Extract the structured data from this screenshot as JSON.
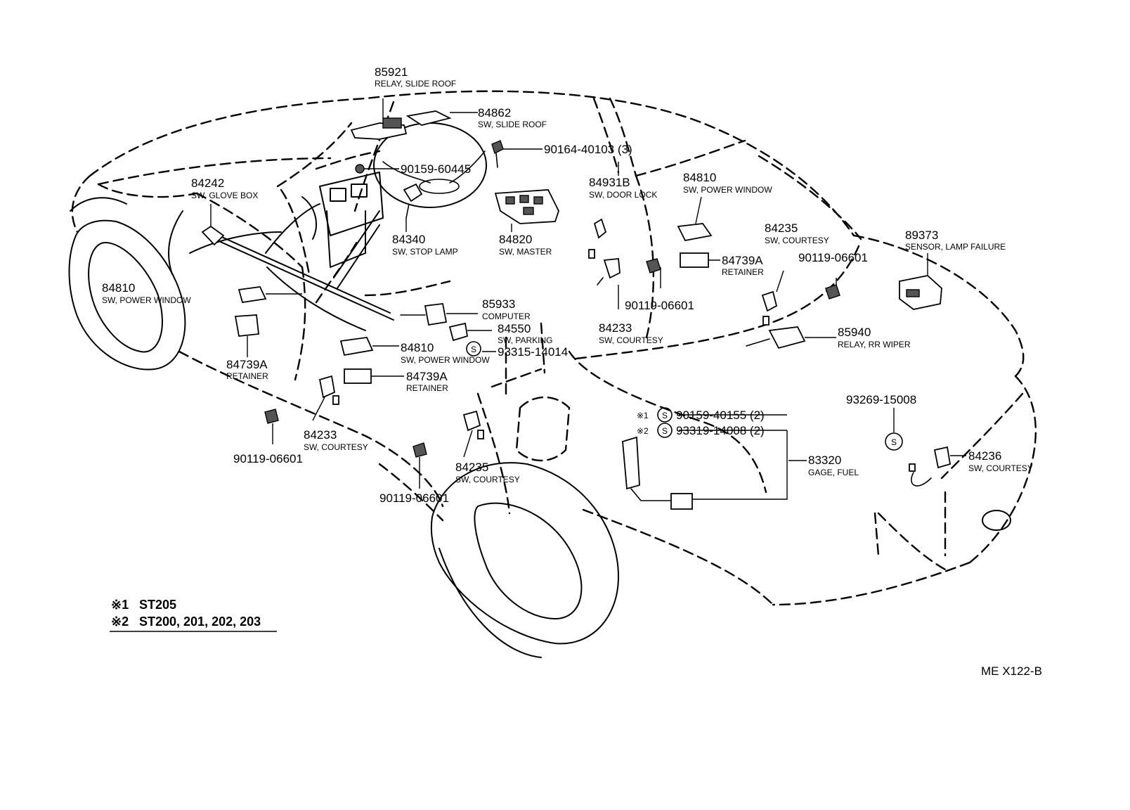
{
  "labels": [
    {
      "num": "85921",
      "desc": "RELAY, SLIDE ROOF"
    },
    {
      "num": "84862",
      "desc": "SW, SLIDE ROOF"
    },
    {
      "num": "90164-40103 (3)",
      "desc": ""
    },
    {
      "num": "90159-60445",
      "desc": ""
    },
    {
      "num": "84242",
      "desc": "SW, GLOVE BOX"
    },
    {
      "num": "84931B",
      "desc": "SW, DOOR LOCK"
    },
    {
      "num": "84810",
      "desc": "SW, POWER WINDOW"
    },
    {
      "num": "84235",
      "desc": "SW, COURTESY"
    },
    {
      "num": "84340",
      "desc": "SW, STOP LAMP"
    },
    {
      "num": "84820",
      "desc": "SW, MASTER"
    },
    {
      "num": "84739A",
      "desc": "RETAINER"
    },
    {
      "num": "90119-06601",
      "desc": ""
    },
    {
      "num": "89373",
      "desc": "SENSOR, LAMP FAILURE"
    },
    {
      "num": "84810",
      "desc": "SW, POWER WINDOW"
    },
    {
      "num": "90119-06601",
      "desc": ""
    },
    {
      "num": "85933",
      "desc": "COMPUTER"
    },
    {
      "num": "84233",
      "desc": "SW, COURTESY"
    },
    {
      "num": "84550",
      "desc": "SW, PARKING"
    },
    {
      "num": "85940",
      "desc": "RELAY, RR WIPER"
    },
    {
      "num": "93315-14014",
      "desc": ""
    },
    {
      "num": "84810",
      "desc": "SW, POWER WINDOW"
    },
    {
      "num": "84739A",
      "desc": "RETAINER"
    },
    {
      "num": "84739A",
      "desc": "RETAINER"
    },
    {
      "num": "93269-15008",
      "desc": ""
    },
    {
      "num": "90159-40155 (2)",
      "desc": ""
    },
    {
      "num": "93319-14008 (2)",
      "desc": ""
    },
    {
      "num": "84233",
      "desc": "SW, COURTESY"
    },
    {
      "num": "90119-06601",
      "desc": ""
    },
    {
      "num": "84235",
      "desc": "SW, COURTESY"
    },
    {
      "num": "83320",
      "desc": "GAGE, FUEL"
    },
    {
      "num": "84236",
      "desc": "SW, COURTESY"
    },
    {
      "num": "90119-06601",
      "desc": ""
    }
  ],
  "markers": {
    "s": "S",
    "note1": "※1",
    "note2": "※2"
  },
  "legend": [
    {
      "mark": "※1",
      "text": "ST205"
    },
    {
      "mark": "※2",
      "text": "ST200, 201, 202, 203"
    }
  ],
  "drawing_code": "ME X122-B"
}
